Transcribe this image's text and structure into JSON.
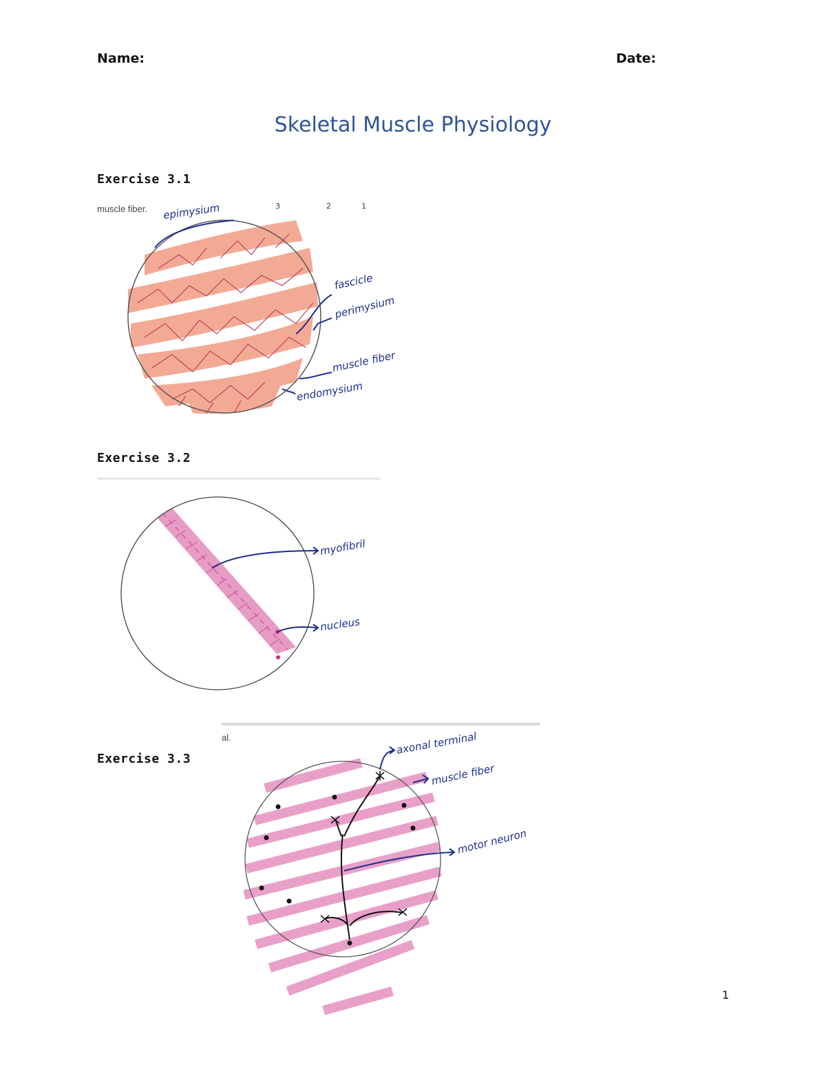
{
  "header": {
    "name_label": "Name:",
    "date_label": "Date:"
  },
  "title": "Skeletal Muscle Physiology",
  "exercises": [
    {
      "heading": "Exercise 3.1",
      "snippet": "muscle fiber.",
      "scan_numbers": [
        "3",
        "2",
        "1"
      ],
      "labels": [
        "epimysium",
        "fascicle",
        "perimysium",
        "muscle fiber",
        "endomysium"
      ]
    },
    {
      "heading": "Exercise 3.2",
      "labels": [
        "myofibril",
        "nucleus"
      ]
    },
    {
      "heading": "Exercise 3.3",
      "snippet": "al.",
      "labels": [
        "axonal terminal",
        "muscle fiber",
        "motor neuron"
      ]
    }
  ],
  "page_number": "1",
  "colors": {
    "title": "#2f5496",
    "ink": "#1c2e8c",
    "salmon": "#f0a08c",
    "pink": "#e48ab8"
  }
}
